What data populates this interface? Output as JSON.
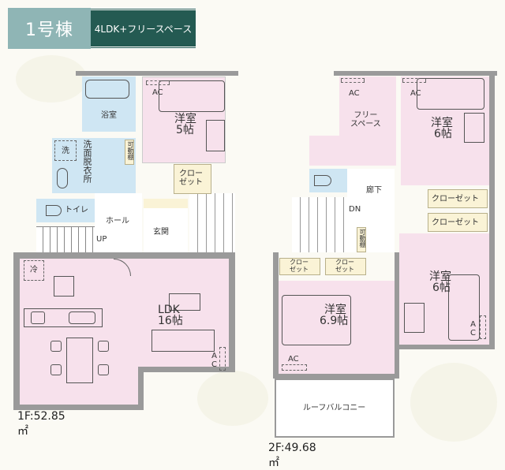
{
  "header": {
    "building": "1号棟",
    "layout": "4LDK+フリースペース"
  },
  "floor1": {
    "area_label": "1F:52.85㎡",
    "rooms": {
      "bath": "浴室",
      "washroom": "洗面脱衣所",
      "washer": "洗",
      "movable_shelf": "可動棚",
      "toilet": "トイレ",
      "hall": "ホール",
      "up": "UP",
      "entrance": "玄関",
      "western5_name": "洋室",
      "western5_size": "5帖",
      "closet": "クロー\nゼット",
      "ldk_name": "LDK",
      "ldk_size": "16帖",
      "ac": "AC",
      "ac_v": "A\nC",
      "fridge": "冷"
    }
  },
  "floor2": {
    "area_label": "2F:49.68㎡",
    "rooms": {
      "free_space": "フリー\nスペース",
      "western6a_name": "洋室",
      "western6a_size": "6帖",
      "toilet_corridor": "廊下",
      "dn": "DN",
      "movable_shelf": "可動棚",
      "closet_wide1": "クローゼット",
      "closet_wide2": "クローゼット",
      "closet_small1": "クロー\nゼット",
      "closet_small2": "クロー\nゼット",
      "western69_name": "洋室",
      "western69_size": "6.9帖",
      "western6b_name": "洋室",
      "western6b_size": "6帖",
      "roof_balcony": "ルーフバルコニー",
      "ac": "AC",
      "ac_v": "A\nC"
    }
  },
  "colors": {
    "header_left": "#8fb5b5",
    "header_right": "#245a52",
    "room_pink": "#f7e1ec",
    "room_blue": "#cfe6f3",
    "closet_cream": "#faf3d6",
    "wall": "#9a9a9a"
  }
}
